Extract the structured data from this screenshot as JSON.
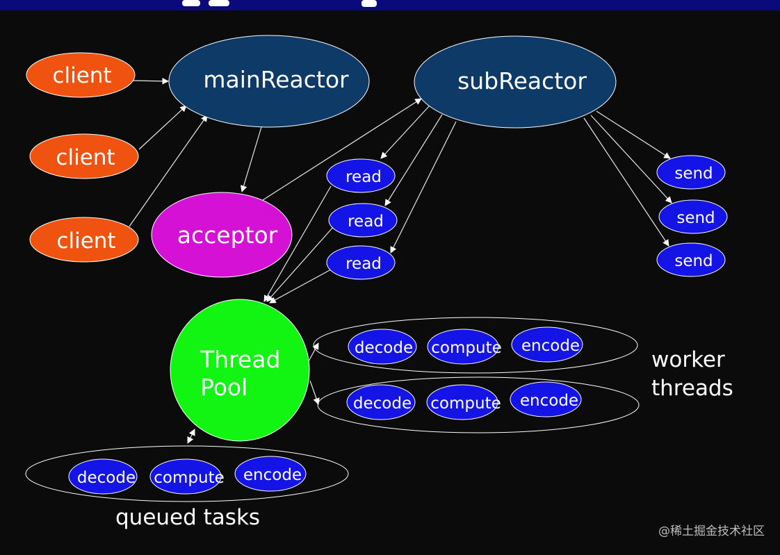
{
  "nodes": {
    "client1": "client",
    "client2": "client",
    "client3": "client",
    "main_reactor": "mainReactor",
    "sub_reactor": "subReactor",
    "acceptor": "acceptor",
    "read1": "read",
    "read2": "read",
    "read3": "read",
    "send1": "send",
    "send2": "send",
    "send3": "send",
    "thread_pool_line1": "Thread",
    "thread_pool_line2": "Pool"
  },
  "worker_row1": {
    "decode": "decode",
    "compute": "compute",
    "encode": "encode"
  },
  "worker_row2": {
    "decode": "decode",
    "compute": "compute",
    "encode": "encode"
  },
  "queued_row": {
    "decode": "decode",
    "compute": "compute",
    "encode": "encode"
  },
  "labels": {
    "worker_threads_line1": "worker",
    "worker_threads_line2": "threads",
    "queued_tasks": "queued tasks"
  },
  "watermark": "@稀土掘金技术社区",
  "colors": {
    "client": "#f0520f",
    "reactor": "#0d3a66",
    "acceptor": "#d411d4",
    "task": "#1414e6",
    "thread_pool": "#12f512",
    "header_bar": "#0a0a7a"
  }
}
